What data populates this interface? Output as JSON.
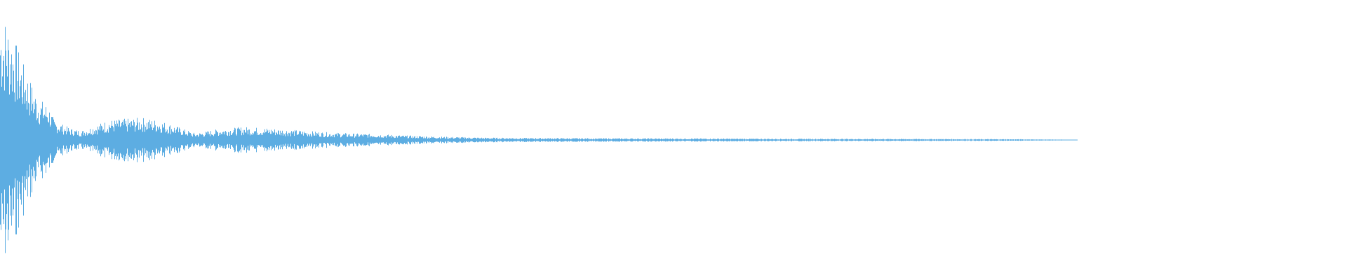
{
  "waveform": {
    "color": "#5dade2",
    "background": "#ffffff",
    "envelope": [
      [
        0.0,
        0.95
      ],
      [
        0.004,
        0.92
      ],
      [
        0.01,
        0.78
      ],
      [
        0.018,
        0.55
      ],
      [
        0.028,
        0.32
      ],
      [
        0.036,
        0.26
      ],
      [
        0.04,
        0.15
      ],
      [
        0.046,
        0.12
      ],
      [
        0.052,
        0.09
      ],
      [
        0.06,
        0.07
      ],
      [
        0.07,
        0.11
      ],
      [
        0.08,
        0.15
      ],
      [
        0.092,
        0.16
      ],
      [
        0.105,
        0.17
      ],
      [
        0.118,
        0.15
      ],
      [
        0.132,
        0.1
      ],
      [
        0.145,
        0.05
      ],
      [
        0.16,
        0.08
      ],
      [
        0.18,
        0.1
      ],
      [
        0.2,
        0.09
      ],
      [
        0.22,
        0.075
      ],
      [
        0.24,
        0.06
      ],
      [
        0.26,
        0.05
      ],
      [
        0.28,
        0.045
      ],
      [
        0.3,
        0.035
      ],
      [
        0.33,
        0.025
      ],
      [
        0.36,
        0.018
      ],
      [
        0.4,
        0.015
      ],
      [
        0.46,
        0.013
      ],
      [
        0.52,
        0.012
      ],
      [
        0.58,
        0.01
      ],
      [
        0.64,
        0.009
      ],
      [
        0.7,
        0.008
      ],
      [
        0.76,
        0.006
      ],
      [
        0.79,
        0.003
      ],
      [
        0.8,
        0.0
      ],
      [
        1.0,
        0.0
      ]
    ]
  }
}
